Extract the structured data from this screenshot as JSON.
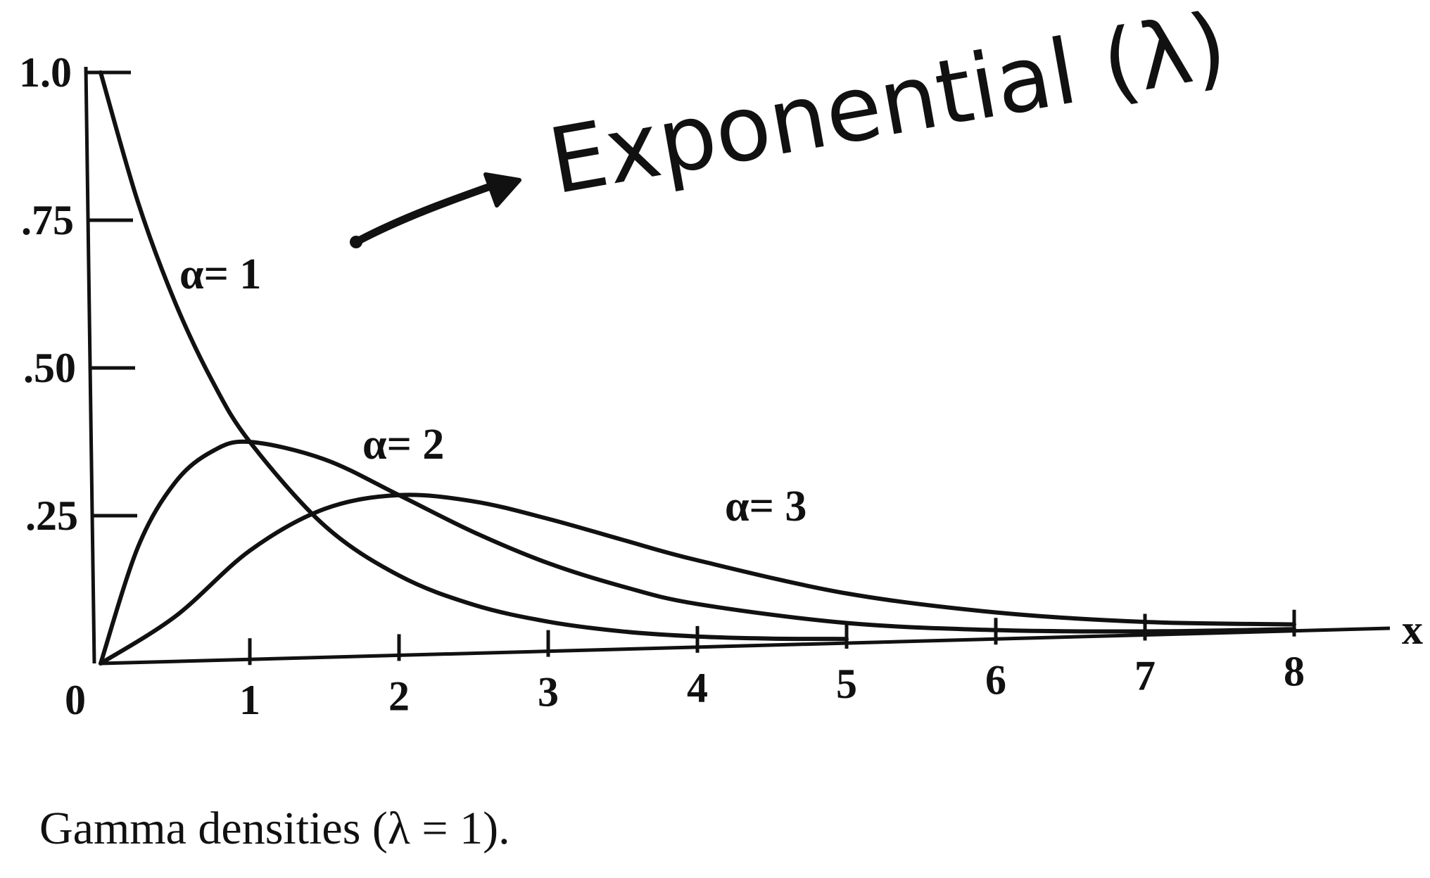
{
  "chart_data": {
    "type": "line",
    "title": "",
    "xlabel": "x",
    "ylabel": "",
    "xlim": [
      0,
      8.2
    ],
    "ylim": [
      0,
      1.0
    ],
    "x_ticks": [
      1,
      2,
      3,
      4,
      5,
      6,
      7,
      8
    ],
    "x_tick_labels": [
      "1",
      "2",
      "3",
      "4",
      "5",
      "6",
      "7",
      "8"
    ],
    "origin_label": "0",
    "y_ticks": [
      0.25,
      0.5,
      0.75,
      1.0
    ],
    "y_tick_labels": [
      ".25",
      ".50",
      ".75",
      "1.0"
    ],
    "grid": false,
    "series": [
      {
        "name": "α = 1",
        "label": "α= 1",
        "x": [
          0,
          0.25,
          0.5,
          0.75,
          1,
          1.5,
          2,
          2.5,
          3,
          3.5,
          4,
          4.5,
          5
        ],
        "y": [
          1.0,
          0.779,
          0.607,
          0.472,
          0.368,
          0.223,
          0.135,
          0.082,
          0.05,
          0.03,
          0.018,
          0.011,
          0.007
        ]
      },
      {
        "name": "α = 2",
        "label": "α= 2",
        "x": [
          0,
          0.25,
          0.5,
          0.75,
          1,
          1.5,
          2,
          2.5,
          3,
          3.5,
          4,
          5,
          6,
          7,
          8
        ],
        "y": [
          0,
          0.195,
          0.303,
          0.354,
          0.368,
          0.335,
          0.271,
          0.205,
          0.149,
          0.106,
          0.073,
          0.034,
          0.015,
          0.006,
          0.003
        ]
      },
      {
        "name": "α = 3",
        "label": "α= 3",
        "x": [
          0,
          0.5,
          1,
          1.5,
          2,
          2.5,
          3,
          3.5,
          4,
          5,
          6,
          7,
          8
        ],
        "y": [
          0,
          0.076,
          0.184,
          0.251,
          0.271,
          0.257,
          0.224,
          0.185,
          0.147,
          0.084,
          0.045,
          0.022,
          0.011
        ]
      }
    ],
    "annotation": {
      "text": "Exponential (λ)",
      "points_to": "α = 1"
    },
    "caption": "Gamma densities (λ = 1)."
  },
  "colors": {
    "ink": "#111111",
    "background": "#ffffff"
  }
}
